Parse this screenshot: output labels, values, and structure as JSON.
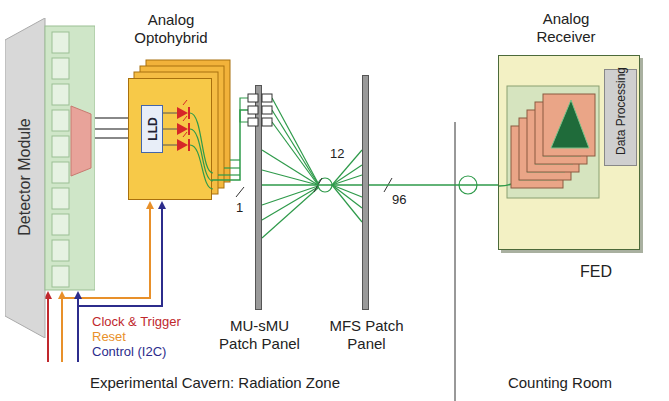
{
  "diagram": {
    "nodes": [
      {
        "text": [
          "Detector Module"
        ]
      },
      {
        "text": [
          "Analog Optohybrid"
        ]
      },
      {
        "text": [
          "LLD"
        ],
        "in": 1
      },
      {
        "text": [
          "MU-sMU Patch Panel"
        ]
      },
      {
        "text": [
          "MFS Patch Panel"
        ]
      },
      {
        "text": [
          "Analog Receiver",
          "FED"
        ]
      },
      {
        "text": [
          "Data Processing"
        ],
        "in": 5
      }
    ],
    "edges": [
      {
        "from": 0,
        "to": 2,
        "arrow": "to"
      },
      {
        "from": 1,
        "to": 3,
        "arrow": "none"
      },
      {
        "from": 3,
        "to": 4,
        "arrow": "none"
      },
      {
        "from": 4,
        "to": 5,
        "arrow": "none"
      }
    ],
    "labels": [
      "1",
      "12",
      "96",
      "Clock & Trigger",
      "Reset",
      "Control (I2C)",
      "Experimental Cavern: Radiation Zone",
      "Counting Room"
    ]
  }
}
